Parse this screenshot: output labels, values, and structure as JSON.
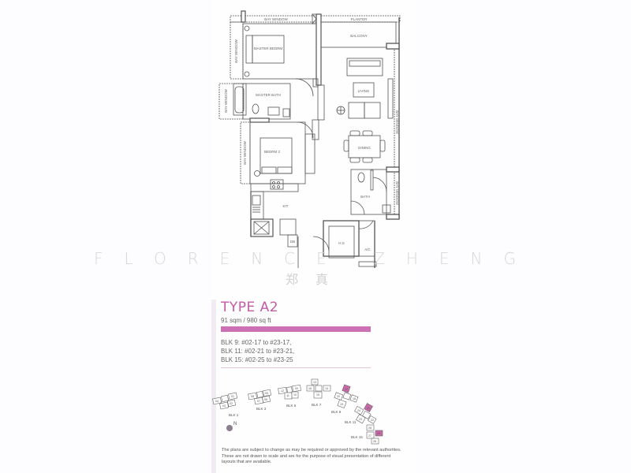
{
  "watermark": {
    "text": "FLORENCE ZHENG",
    "chinese": "郑真"
  },
  "floor_plan": {
    "rooms": {
      "bay_window_top": "BAY WINDOW",
      "planter": "PLANTER",
      "balcony": "BALCONY",
      "master_bedrm": "MASTER BEDRM",
      "bay_window_master": "BAY WINDOW",
      "bay_window_bath": "BAY WINDOW",
      "master_bath": "MASTER BATH",
      "living": "LIVING",
      "bay_window_right": "BAY WINDOW",
      "bedrm_2": "BEDRM 2",
      "bay_window_bedrm2": "BAY WINDOW",
      "dining": "DINING",
      "bath": "BATH",
      "bay_window_bath2": "BAY WINDOW",
      "kit": "KIT",
      "db": "DB",
      "hs": "H.S",
      "ac": "A/C"
    }
  },
  "unit_info": {
    "type": "TYPE A2",
    "area": "91 sqm / 980 sq ft",
    "units": [
      "BLK 9:  #02-17 to #23-17,",
      "BLK 11:  #02-21 to #23-21,",
      "BLK 15:  #02-25 to #23-25"
    ],
    "accent_color": "#c45aa6",
    "bar_color": "#cc72b4"
  },
  "key_plan": {
    "blocks": [
      "BLK 1",
      "BLK 3",
      "BLK 5",
      "BLK 7",
      "BLK 9",
      "BLK 11",
      "BLK 15"
    ],
    "compass": "N",
    "highlighted_units": [
      "17",
      "21",
      "25"
    ]
  },
  "disclaimer": "The plans are subject to change as may be required or approved by the relevant authorities. These are not drawn to scale and are for the purpose of visual presentation of different layouts that are available."
}
